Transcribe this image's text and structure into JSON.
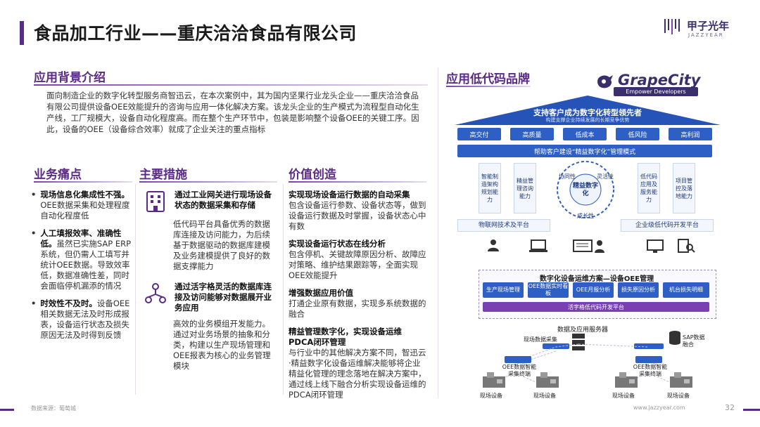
{
  "header": {
    "title": "食品加工行业——重庆洽洽食品有限公司",
    "logo_text": "甲子光年",
    "logo_sub": "JAZZYEAR"
  },
  "background": {
    "heading": "应用背景介绍",
    "text": "面向制造企业的数字化转型服务商智迅云，在本次案例中，其为国内坚果行业龙头企业——重庆洽洽食品有限公司提供设备OEE效能提升的咨询与应用一体化解决方案。该龙头企业的生产模式为流程型自动化生产线，工厂规模大，设备自动化程度高。而在整个生产环节中，包装是影响整个设备OEE的关键工序。因此，设备的OEE（设备综合效率）就成了企业关注的重点指标"
  },
  "pain": {
    "heading": "业务痛点",
    "items": [
      {
        "bold": "现场信息化集成性不强。",
        "text": "OEE数据采集和处理程度自动化程度低"
      },
      {
        "bold": "人工填报效率、准确性低。",
        "text": "虽然已实施SAP ERP系统，但仍需人工填写并统计OEE数据。导致效率低，数据准确性差，同时会面临停机漏添的情况"
      },
      {
        "bold": "时效性不及时。",
        "text": "设备OEE相关数据无法及时形成报表，设备运行状态及损失原因无法及时得到反馈"
      }
    ]
  },
  "measures": {
    "heading": "主要措施",
    "items": [
      {
        "icon": "building-icon",
        "head": "通过工业网关进行现场设备状态的数据采集和存储",
        "body": "低代码平台具备优秀的数据库连接及访问能力，为后续基于数据驱动的数据库建模及业务建模提供了良好的数据支撑能力"
      },
      {
        "icon": "network-icon",
        "head": "通过活字格灵活的数据库连接及访问能够对数据展开业务应用",
        "body": "高效的业务模组开发能力。通过对业务场景的抽象和分类，构建以生产现场管理和OEE报表为核心的业务管理模块"
      }
    ]
  },
  "value": {
    "heading": "价值创造",
    "items": [
      {
        "head": "实现现场设备运行数据的自动采集",
        "body": "包含设备运行参数、设备状态等，做到设备运行数据及时掌握，设备状态心中有数"
      },
      {
        "head": "实现设备运行状态在线分析",
        "body": "包含停机、关键故障原因分析、故障应对策略、维护结果跟踪等，全面实现OEE效能提升"
      },
      {
        "head": "增强数据应用价值",
        "body": "打通企业原有数据，实现多系统数据的融合"
      },
      {
        "head": "精益管理数字化，实现设备运维PDCA闭环管理",
        "body": "与行业中的其他解决方案不同，智迅云·精益数字化设备运维解决能够将企业精益化管理的理念落地在解决方案中，通过线上线下融合分析实现设备运维的PDCA闭环管理"
      }
    ]
  },
  "brand": {
    "heading": "应用低代码品牌",
    "logo": "GrapeCity",
    "logo_tagline": "Empower Developers",
    "roof_title": "支持客户成为数字化转型领先者",
    "roof_sub": "构建支撑企业持续发展的长期竞争优势",
    "pillars": [
      "高交付",
      "高质量",
      "低成本",
      "低风险",
      "高利润"
    ],
    "mode_bar": "帮助客户建设“精益数字化”管理模式",
    "left_caps": [
      "智能制造架构规划能力",
      "精益管理咨询能力"
    ],
    "right_caps": [
      "低代码应用及服务能力",
      "项目管控及落地能力"
    ],
    "circle_center": "精益数字化",
    "circle_labels": [
      "协同性",
      "灵活性",
      "成长性"
    ],
    "base_left": "物联网技术及平台",
    "base_right": "企业级低代码开发平台",
    "solution_title": "数字化设备运维方案—设备OEE管理",
    "solution_modules": [
      "生产现场管理",
      "OEE数据实时看板",
      "OEE月报分析",
      "损失原因分析",
      "机台损失明细"
    ],
    "solution_platform": "活字格低代码开发平台",
    "server_label": "数据及应用服务器",
    "field_collect": "现场数据采集",
    "sap_label": "SAP数据融合",
    "terminal_left": "OEE数据智能采集终端",
    "terminal_right": "OEE数据智能采集终端",
    "devices": [
      "现场设备",
      "现场设备",
      "现场设备",
      "现场设备"
    ]
  },
  "footer": {
    "source": "数据来源：葡萄城",
    "url": "www.jazzyear.com",
    "page": "32"
  }
}
